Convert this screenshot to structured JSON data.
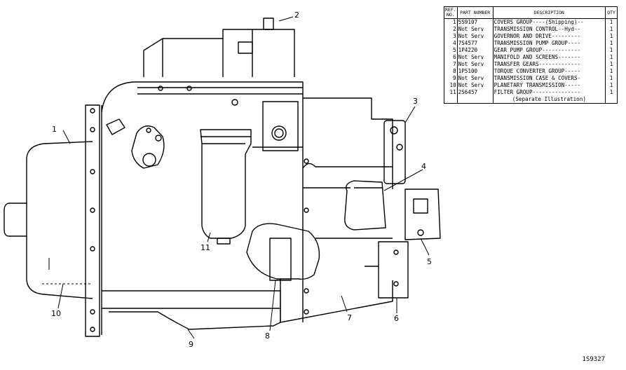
{
  "parts_table": {
    "headers": {
      "ref_no": "REF. NO.",
      "part_number": "PART NUMBER",
      "description": "DESCRIPTION",
      "qty": "QTY"
    },
    "rows": [
      {
        "ref": "1",
        "part": "5S9107",
        "desc": "COVERS GROUP----(Shipping)--",
        "qty": "1"
      },
      {
        "ref": "2",
        "part": "Not Serv",
        "desc": "TRANSMISSION CONTROL--Hyd--",
        "qty": "1"
      },
      {
        "ref": "3",
        "part": "Not Serv",
        "desc": "GOVERNOR AND DRIVE---------",
        "qty": "1"
      },
      {
        "ref": "4",
        "part": "7S4577",
        "desc": "TRANSMISSION PUMP GROUP----",
        "qty": "1"
      },
      {
        "ref": "5",
        "part": "1P4220",
        "desc": "GEAR PUMP GROUP------------",
        "qty": "1"
      },
      {
        "ref": "6",
        "part": "Not Serv",
        "desc": "MANIFOLD AND SCREENS-------",
        "qty": "1"
      },
      {
        "ref": "7",
        "part": "Not Serv",
        "desc": "TRANSFER GEARS-------------",
        "qty": "1"
      },
      {
        "ref": "8",
        "part": "1P5100",
        "desc": "TORQUE CONVERTER GROUP-----",
        "qty": "1"
      },
      {
        "ref": "9",
        "part": "Not Serv",
        "desc": "TRANSMISSION CASE & COVERS-",
        "qty": "1"
      },
      {
        "ref": "10",
        "part": "Not Serv",
        "desc": "PLANETARY TRANSMISSION-----",
        "qty": "1"
      },
      {
        "ref": "11",
        "part": "2S6457",
        "desc": "FILTER GROUP---------------",
        "qty": "1"
      }
    ],
    "note": "(Separate Illustration)"
  },
  "callouts": [
    "1",
    "2",
    "3",
    "4",
    "5",
    "6",
    "7",
    "8",
    "9",
    "10",
    "11"
  ],
  "figure_number": "1S9327"
}
